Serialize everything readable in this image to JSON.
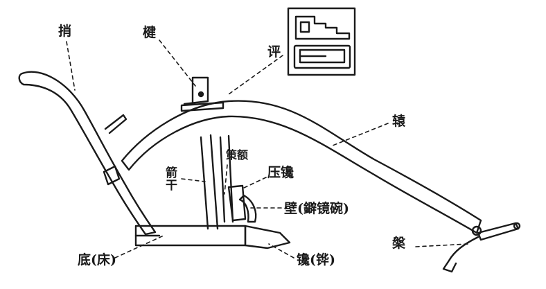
{
  "labels": {
    "shao": "捎",
    "jian": "楗",
    "ping": "评",
    "yuan": "辕",
    "ce_e": "策额",
    "jian_gan": "箭干",
    "ya_chan": "压镵",
    "bi": "壁(鐴镜碗)",
    "di": "底(床)",
    "chan": "镵(铧)",
    "jia": "槃"
  },
  "colors": {
    "ink": "#1a1a1a",
    "paper": "#ffffff"
  }
}
